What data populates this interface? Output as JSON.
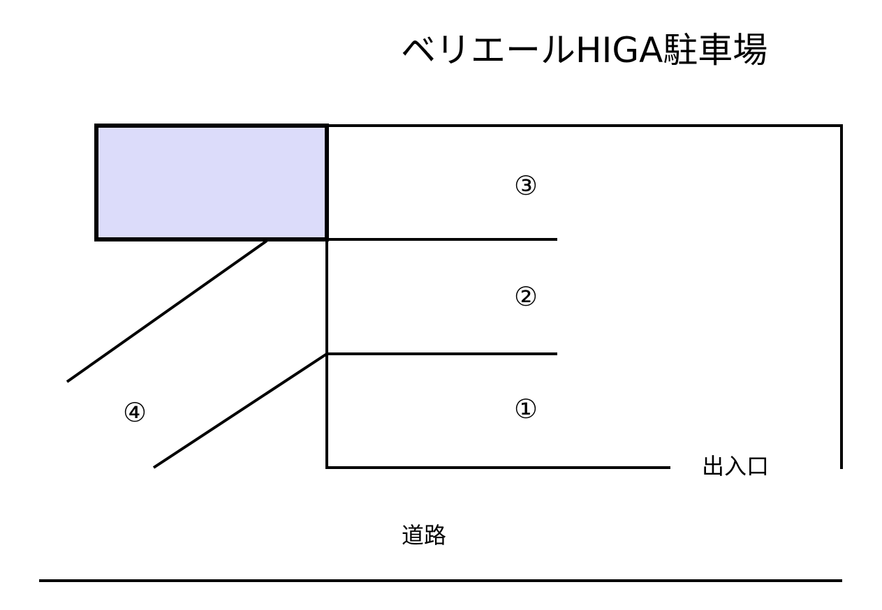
{
  "title": "ベリエールHIGA駐車場",
  "spaces": [
    "①",
    "②",
    "③",
    "④"
  ],
  "entrance": "出入口",
  "road": "道路",
  "colors": {
    "building_fill": "#dcdcfa",
    "line": "#000000"
  }
}
